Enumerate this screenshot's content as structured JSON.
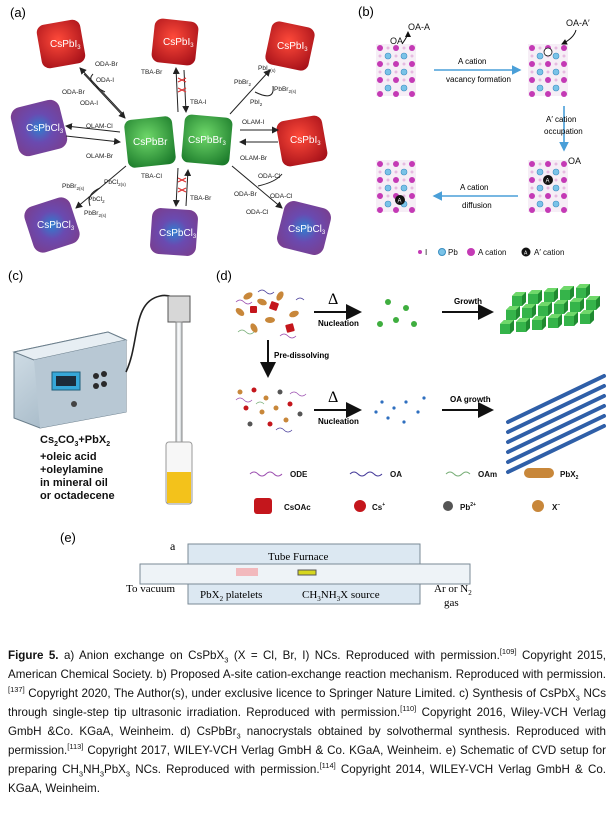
{
  "panels": {
    "a": {
      "label": "(a)",
      "center_left": "CsPbBr",
      "center_right": "CsPbBr",
      "center_sub": "3",
      "crystals": [
        {
          "label": "CsPbI",
          "sub": "3"
        },
        {
          "label": "CsPbI",
          "sub": "3"
        },
        {
          "label": "CsPbI",
          "sub": "3"
        },
        {
          "label": "CsPbI",
          "sub": "3"
        },
        {
          "label": "CsPbCl",
          "sub": "3"
        },
        {
          "label": "CsPbCl",
          "sub": "3"
        },
        {
          "label": "CsPbCl",
          "sub": "3"
        },
        {
          "label": "CsPbCl",
          "sub": "3"
        }
      ],
      "reagents": {
        "oda_br": "ODA-Br",
        "oda_i": "ODA-I",
        "oda_cl": "ODA-Cl",
        "tba_br": "TBA-Br",
        "tba_i": "TBA-I",
        "tba_cl": "TBA-Cl",
        "olam_cl": "OLAM-Cl",
        "olam_br": "OLAM-Br",
        "olam_i": "OLAM-I",
        "pbi2_sol": "PbI",
        "pbbr2_sol": "PbBr",
        "pbcl2_sol": "PbCl",
        "two_sol": "2(s)",
        "two": "2"
      }
    },
    "b": {
      "label": "(b)",
      "oa_a": "OA-A",
      "oa_a_prime": "OA-A′",
      "oa": "OA",
      "step1_top": "A cation",
      "step1_bottom": "vacancy formation",
      "step2_top": "A′ cation",
      "step2_bottom": "occupation",
      "step3_top": "A cation",
      "step3_bottom": "diffusion",
      "legend": {
        "i": "I",
        "pb": "Pb",
        "a": "A cation",
        "a_prime": "A′ cation"
      },
      "a_prime_symbol": "A"
    },
    "c": {
      "label": "(c)",
      "recipe": [
        "Cs",
        "CO",
        "+PbX",
        "+oleic acid",
        "+oleylamine",
        "in mineral oil",
        "or octadecene"
      ],
      "recipe_subs": {
        "cs": "2",
        "co": "3",
        "pbx": "2"
      }
    },
    "d": {
      "label": "(d)",
      "delta": "Δ",
      "nucleation": "Nucleation",
      "growth": "Growth",
      "predissolving": "Pre-dissolving",
      "oa_growth": "OA growth",
      "legend": {
        "ode": "ODE",
        "oa": "OA",
        "oam": "OAm",
        "pbx2": "PbX",
        "pbx2_sub": "2",
        "csoac": "CsOAc",
        "cs": "Cs",
        "cs_sup": "+",
        "pb": "Pb",
        "pb_sup": "2+",
        "x": "X",
        "x_sup": "−"
      }
    },
    "e": {
      "label": "(e)",
      "a": "a",
      "furnace": "Tube Furnace",
      "to_vacuum": "To vacuum",
      "platelets": "PbX",
      "platelets_sub": "2",
      "platelets_rest": " platelets",
      "source": "CH",
      "source_sub1": "3",
      "source_mid": "NH",
      "source_sub2": "3",
      "source_rest": "X source",
      "gas1": "Ar or N",
      "gas1_sub": "2",
      "gas2": "gas"
    }
  },
  "caption": {
    "fig": "Figure 5.",
    "a_text": " a) Anion exchange on CsPbX",
    "a_sub": "3",
    "a_text2": " (X = Cl, Br, I) NCs. Reproduced with permission.",
    "ref1": "[109]",
    "a_copy": " Copyright 2015, American Chemical Society.",
    "b_text": " b) Proposed A-site cation-exchange reaction mechanism. Reproduced with permission.",
    "ref2": "[137]",
    "b_copy": " Copyright 2020, The Author(s), under exclusive licence to Springer Nature Limited.",
    "c_text": " c) Synthesis of CsPbX",
    "c_sub": "3",
    "c_text2": " NCs through single-step tip ultrasonic irradiation. Reproduced with permission.",
    "ref3": "[110]",
    "c_copy": " Copyright 2016, Wiley-VCH Verlag GmbH &Co. KGaA, Weinheim.",
    "d_text": " d) CsPbBr",
    "d_sub": "3",
    "d_text2": " nanocrystals obtained by solvothermal synthesis. Reproduced with permission.",
    "ref4": "[113]",
    "d_copy": " Copyright 2017, WILEY-VCH Verlag GmbH & Co. KGaA, Weinheim.",
    "e_text": " e) Schematic of CVD setup for preparing CH",
    "e_sub1": "3",
    "e_mid": "NH",
    "e_sub2": "3",
    "e_text2": "PbX",
    "e_sub3": "3",
    "e_text3": " NCs. Reproduced with permission.",
    "ref5": "[114]",
    "e_copy": " Copyright 2014, WILEY-VCH Verlag GmbH & Co. KGaA, Weinheim."
  },
  "colors": {
    "red_crystal": "#c4161c",
    "green_crystal": "#2e9c3a",
    "purple_crystal": "#6b3e8f",
    "pink_lattice": "#c43ab5",
    "blue_lattice": "#4aa6d6",
    "green_cube": "#35b44a",
    "blue_rod": "#2f5fa8",
    "arrow_blue": "#4a9fd8"
  }
}
